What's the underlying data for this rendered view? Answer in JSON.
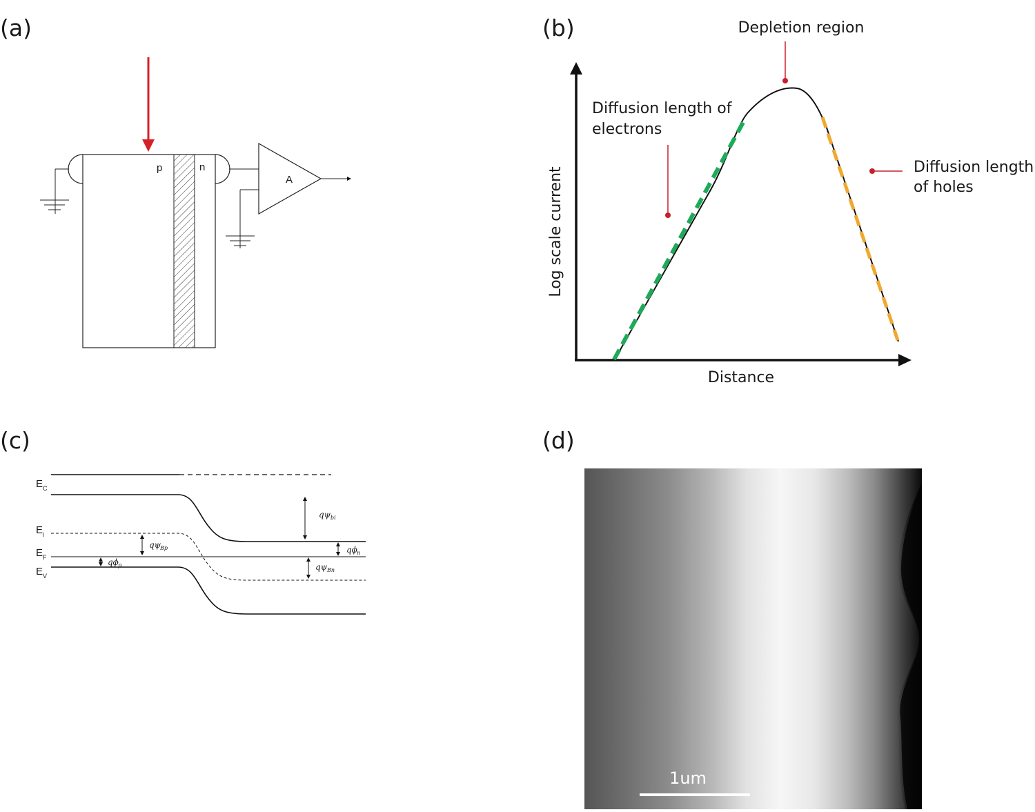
{
  "panels": {
    "a": {
      "label": "(a)",
      "p_label": "p",
      "n_label": "n",
      "amp_label": "A",
      "beam_color": "#d62028"
    },
    "b": {
      "label": "(b)",
      "title_annotation": "Depletion region",
      "electrons_annotation_line1": "Diffusion  length  of",
      "electrons_annotation_line2": "electrons",
      "holes_annotation_line1": "Diffusion length",
      "holes_annotation_line2": "of holes",
      "ylabel": "Log scale current",
      "xlabel": "Distance",
      "electron_fit_color": "#1faa5a",
      "hole_fit_color": "#f0a830",
      "marker_color": "#c8202a"
    },
    "c": {
      "label": "(c)",
      "levels": {
        "ec": {
          "main": "E",
          "sub": "C"
        },
        "ei": {
          "main": "E",
          "sub": "i"
        },
        "ef": {
          "main": "E",
          "sub": "F"
        },
        "ev": {
          "main": "E",
          "sub": "V"
        }
      },
      "potentials": {
        "psi_bi": {
          "main": "qψ",
          "sub": "bi"
        },
        "psi_bp": {
          "main": "qψ",
          "sub": "Bp"
        },
        "phi_p": {
          "main": "qϕ",
          "sub": "p"
        },
        "phi_n": {
          "main": "qϕ",
          "sub": "n"
        },
        "psi_bn": {
          "main": "qψ",
          "sub": "Bn"
        }
      }
    },
    "d": {
      "label": "(d)",
      "scale_bar": "1um"
    }
  }
}
